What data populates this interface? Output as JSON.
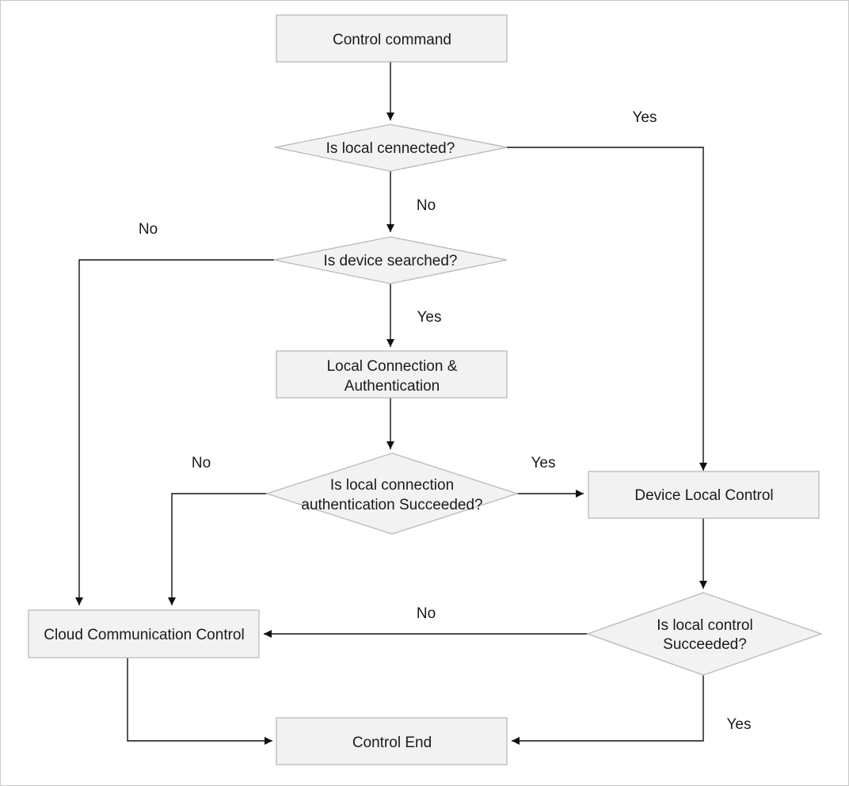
{
  "nodes": {
    "control_command": {
      "lines": [
        "Control command"
      ]
    },
    "is_local_connected": {
      "lines": [
        "Is local cennected?"
      ]
    },
    "is_device_searched": {
      "lines": [
        "Is device searched?"
      ]
    },
    "local_connection_auth": {
      "lines": [
        "Local Connection &",
        "Authentication"
      ]
    },
    "is_auth_succeeded": {
      "lines": [
        "Is local connection",
        "authentication Succeeded?"
      ]
    },
    "device_local_control": {
      "lines": [
        "Device Local Control"
      ]
    },
    "cloud_communication_control": {
      "lines": [
        "Cloud Communication Control"
      ]
    },
    "is_local_control_succeeded": {
      "lines": [
        "Is local control",
        "Succeeded?"
      ]
    },
    "control_end": {
      "lines": [
        "Control End"
      ]
    }
  },
  "edge_labels": {
    "connected_yes": "Yes",
    "connected_no": "No",
    "searched_no": "No",
    "searched_yes": "Yes",
    "auth_no": "No",
    "auth_yes": "Yes",
    "control_no": "No",
    "control_yes": "Yes"
  }
}
